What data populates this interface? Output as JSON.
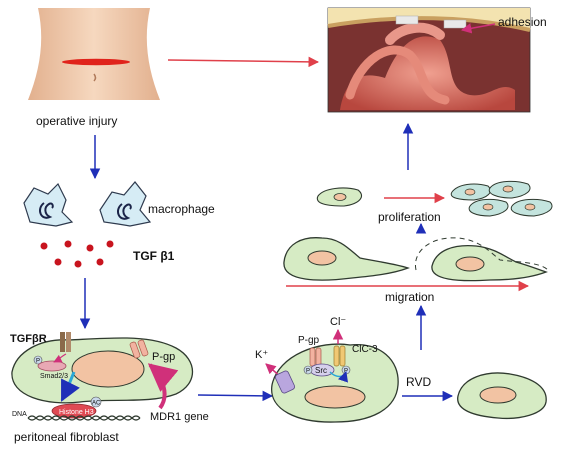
{
  "labels": {
    "operative_injury": "operative injury",
    "adhesion": "adhesion",
    "macrophage": "macrophage",
    "tgf_b1": "TGF β1",
    "tgfbr": "TGFβR",
    "p_gp": "P-gp",
    "smad": "Smad2/3",
    "histone": "Histone H3",
    "ac": "AC",
    "p_small": "P",
    "dna": "DNA",
    "mdr1_gene": "MDR1 gene",
    "peritoneal_fibroblast": "peritoneal fibroblast",
    "k_plus": "K⁺",
    "cl_minus": "Cl⁻",
    "p_gp_membrane": "P-gp",
    "clc3": "ClC-3",
    "src": "Src",
    "rvd": "RVD",
    "proliferation": "proliferation",
    "migration": "migration"
  },
  "colors": {
    "cell_fill": "#d6ebc4",
    "cell_stroke": "#2f3a2f",
    "nucleus": "#f2c3a3",
    "arrow_blue": "#1f2fb8",
    "arrow_red": "#e0404a",
    "arrow_magenta": "#d0307a",
    "tgf_dot": "#c8141e",
    "incision": "#e0231b",
    "skin": "#f0c8a8",
    "intestine": "#d56a5e"
  }
}
